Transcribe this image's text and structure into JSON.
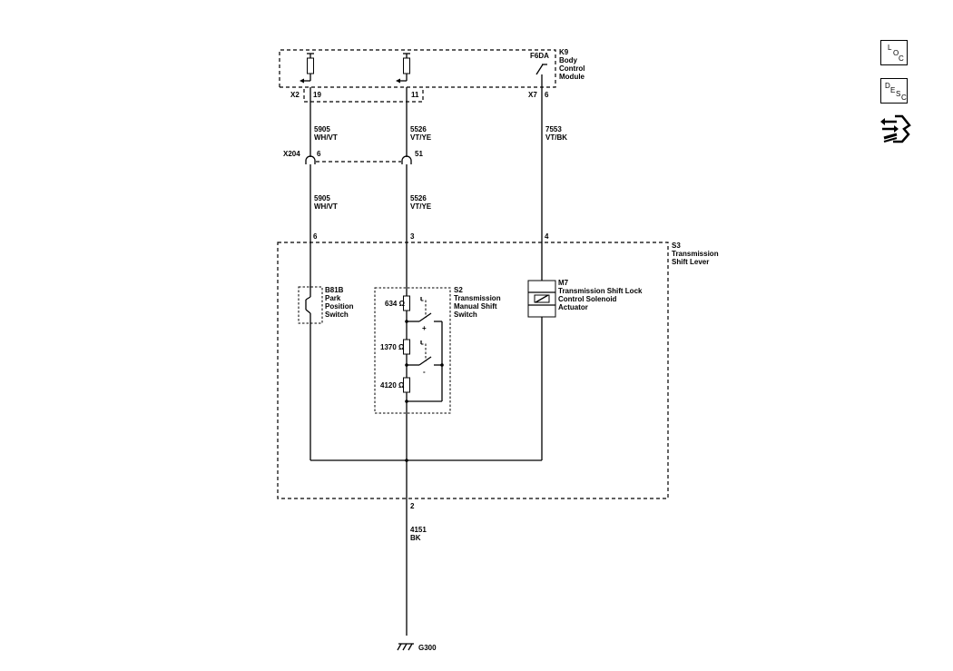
{
  "modules": {
    "k9": {
      "id": "K9",
      "name1": "Body",
      "name2": "Control",
      "name3": "Module"
    },
    "s3": {
      "id": "S3",
      "name1": "Transmission",
      "name2": "Shift Lever"
    }
  },
  "connectors": {
    "x2": "X2",
    "x7": "X7",
    "x204": "X204",
    "x2_pin_a": "19",
    "x2_pin_b": "11",
    "x7_pin": "6",
    "x204_pin_a": "6",
    "x204_pin_b": "51",
    "s3_pin_a": "6",
    "s3_pin_b": "3",
    "s3_pin_c": "4",
    "s3_pin_ground": "2"
  },
  "switch_f6da": "F6DA",
  "circuits": {
    "c5905": {
      "num": "5905",
      "color": "WH/VT"
    },
    "c5526": {
      "num": "5526",
      "color": "VT/YE"
    },
    "c7553": {
      "num": "7553",
      "color": "VT/BK"
    },
    "c4151": {
      "num": "4151",
      "color": "BK"
    }
  },
  "components": {
    "b81b": {
      "id": "B81B",
      "l1": "Park",
      "l2": "Position",
      "l3": "Switch"
    },
    "s2": {
      "id": "S2",
      "l1": "Transmission",
      "l2": "Manual Shift",
      "l3": "Switch"
    },
    "m7": {
      "id": "M7",
      "l1": "Transmission Shift Lock",
      "l2": "Control Solenoid",
      "l3": "Actuator"
    }
  },
  "resistors": {
    "r1": "634 Ω",
    "r2": "1370 Ω",
    "r3": "4120 Ω"
  },
  "shift_symbols": {
    "plus": "+",
    "minus": "-"
  },
  "ground": "G300",
  "nav": {
    "loc": {
      "l1": "L",
      "l2": "O",
      "l3": "C"
    },
    "desc": {
      "l1": "D",
      "l2": "E",
      "l3": "S",
      "l4": "C"
    }
  },
  "icons": [
    "loc-icon",
    "desc-icon",
    "connector-view-icon"
  ]
}
